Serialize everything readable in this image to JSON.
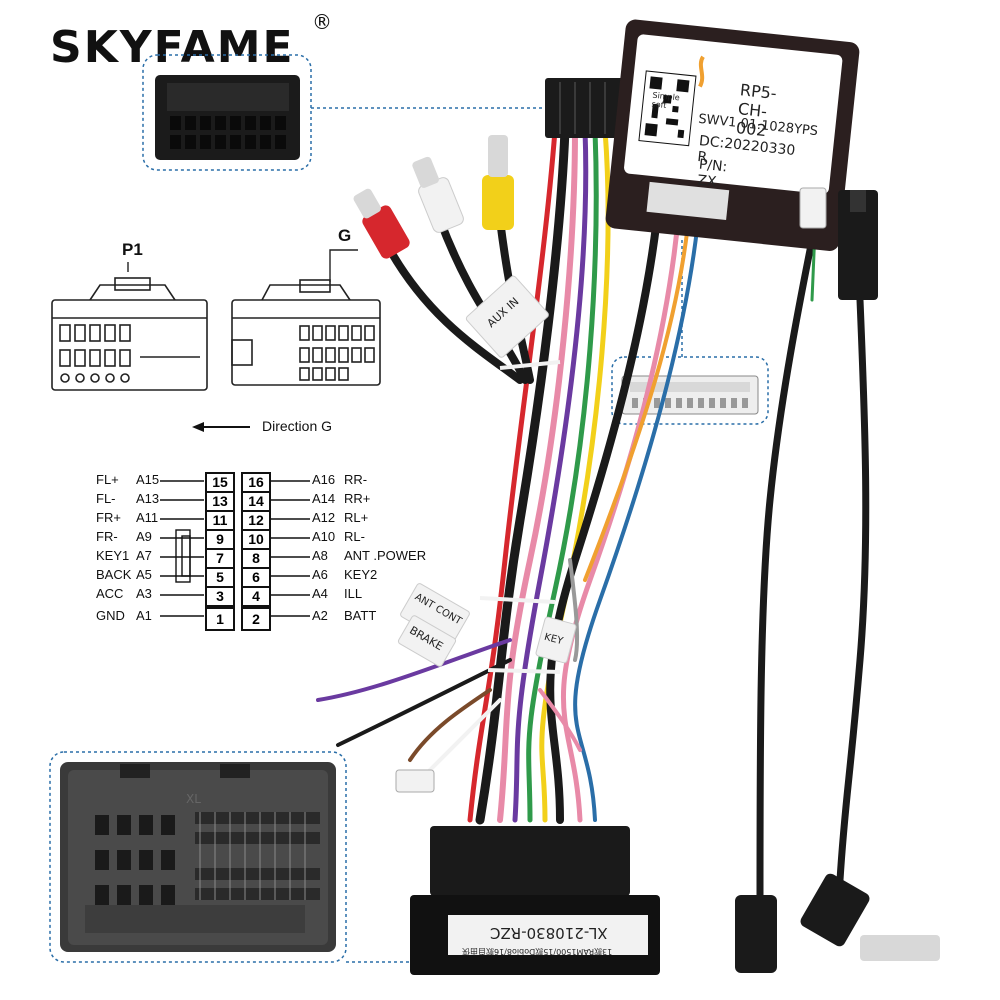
{
  "brand": {
    "name": "SKYFAME",
    "registered_mark": "®"
  },
  "diagram": {
    "p1_label": "P1",
    "g_label": "G",
    "direction_label": "Direction G",
    "pinout_left": [
      {
        "name": "FL+",
        "code": "A15",
        "pin": "15"
      },
      {
        "name": "FL-",
        "code": "A13",
        "pin": "13"
      },
      {
        "name": "FR+",
        "code": "A11",
        "pin": "11"
      },
      {
        "name": "FR-",
        "code": "A9",
        "pin": "9"
      },
      {
        "name": "KEY1",
        "code": "A7",
        "pin": "7"
      },
      {
        "name": "BACK",
        "code": "A5",
        "pin": "5"
      },
      {
        "name": "ACC",
        "code": "A3",
        "pin": "3"
      },
      {
        "name": "GND",
        "code": "A1",
        "pin": "1"
      }
    ],
    "pinout_right": [
      {
        "name": "RR-",
        "code": "A16",
        "pin": "16"
      },
      {
        "name": "RR+",
        "code": "A14",
        "pin": "14"
      },
      {
        "name": "RL+",
        "code": "A12",
        "pin": "12"
      },
      {
        "name": "RL-",
        "code": "A10",
        "pin": "10"
      },
      {
        "name": "ANT .POWER",
        "code": "A8",
        "pin": "8"
      },
      {
        "name": "KEY2",
        "code": "A6",
        "pin": "6"
      },
      {
        "name": "ILL",
        "code": "A4",
        "pin": "4"
      },
      {
        "name": "BATT",
        "code": "A2",
        "pin": "2"
      }
    ]
  },
  "module": {
    "vendor": "Simple soft",
    "model": "RP5-CH-002",
    "software": "SWV1.01.1028YPS",
    "date_code": "DC:20220330 R",
    "part_number": "P/N: ZX"
  },
  "tags": {
    "aux_in": "AUX IN",
    "ant_cont": "ANT CONT",
    "brake": "BRAKE",
    "key": "KEY"
  },
  "main_connector": {
    "label": "XL-210830-RZC",
    "sub_label": "13款RAM1500/15款Dobio8/16款自由侠",
    "emboss": "XL"
  },
  "colors": {
    "wire_red": "#d6272d",
    "wire_yellow": "#f2d01a",
    "wire_white": "#f2f2f2",
    "wire_pink": "#e88aa8",
    "wire_purple": "#6a3aa0",
    "wire_green": "#2f9a4a",
    "wire_black": "#1a1a1a",
    "wire_brown": "#7a4a2a",
    "guide_blue": "#2a6ea8"
  }
}
